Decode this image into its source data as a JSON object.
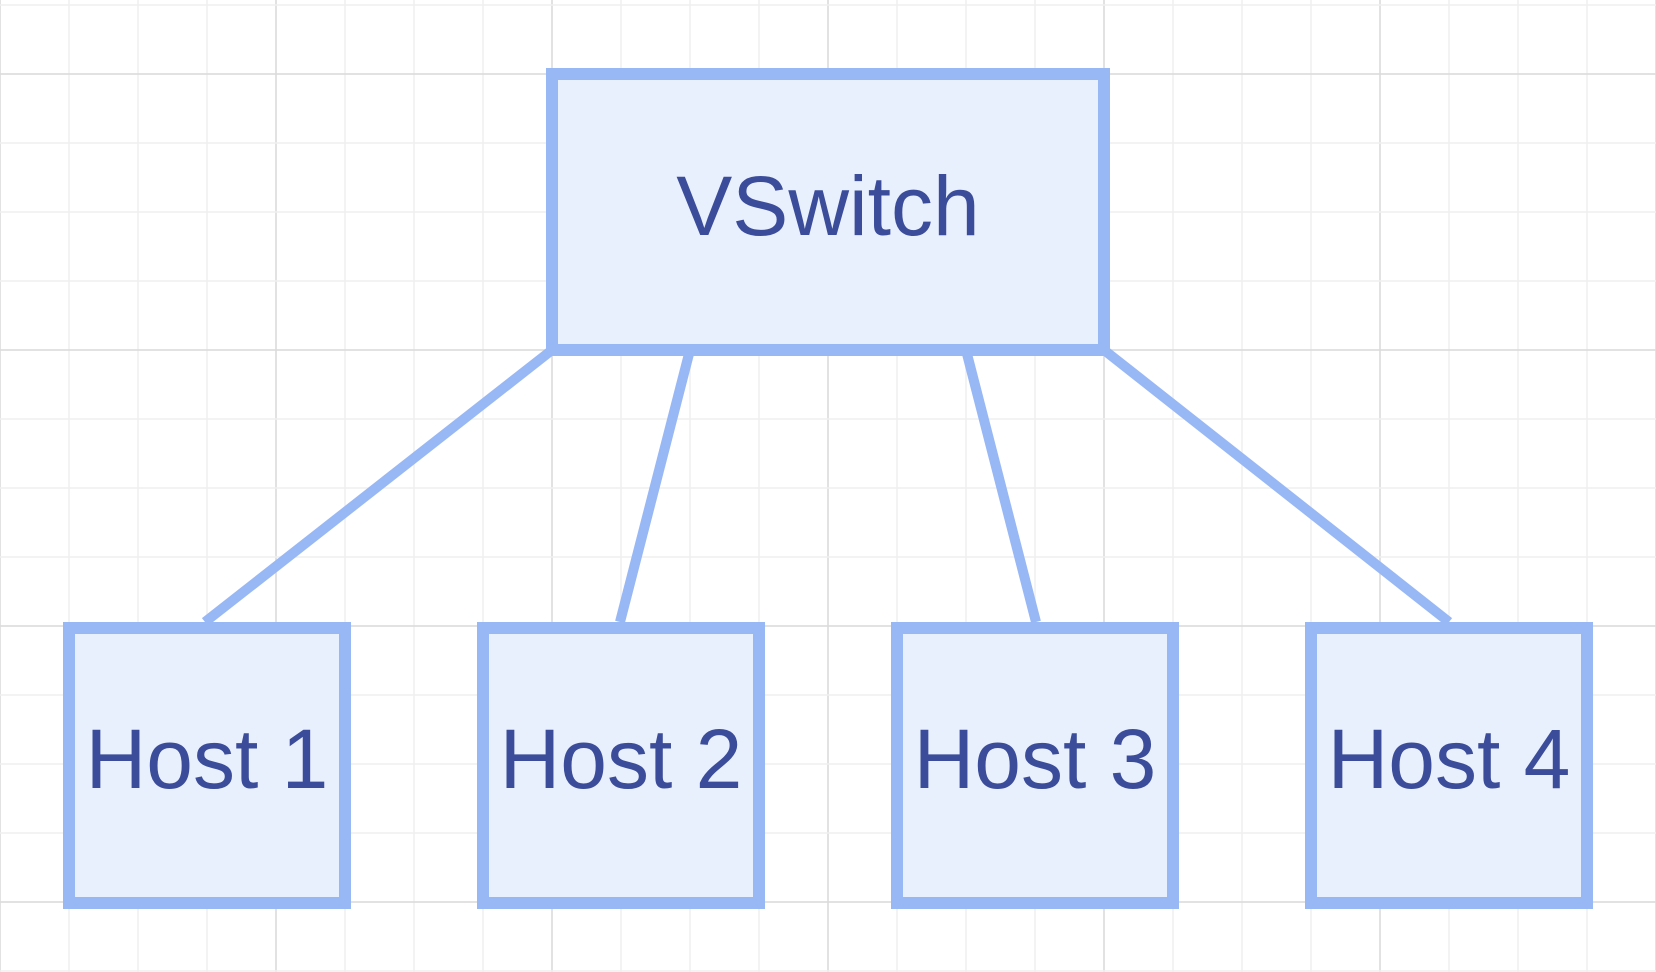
{
  "diagram": {
    "type": "network-topology",
    "switch": {
      "label": "VSwitch"
    },
    "hosts": [
      {
        "label": "Host 1"
      },
      {
        "label": "Host 2"
      },
      {
        "label": "Host 3"
      },
      {
        "label": "Host 4"
      }
    ],
    "edges": [
      {
        "from": "VSwitch",
        "to": "Host 1"
      },
      {
        "from": "VSwitch",
        "to": "Host 2"
      },
      {
        "from": "VSwitch",
        "to": "Host 3"
      },
      {
        "from": "VSwitch",
        "to": "Host 4"
      }
    ],
    "colors": {
      "node_fill": "#e9f0fd",
      "node_stroke": "#98b7f5",
      "edge": "#98b7f5",
      "label_text": "#3b4d9a",
      "grid_minor": "#efefef",
      "grid_major": "#d9d9d9"
    },
    "background": "grid"
  }
}
